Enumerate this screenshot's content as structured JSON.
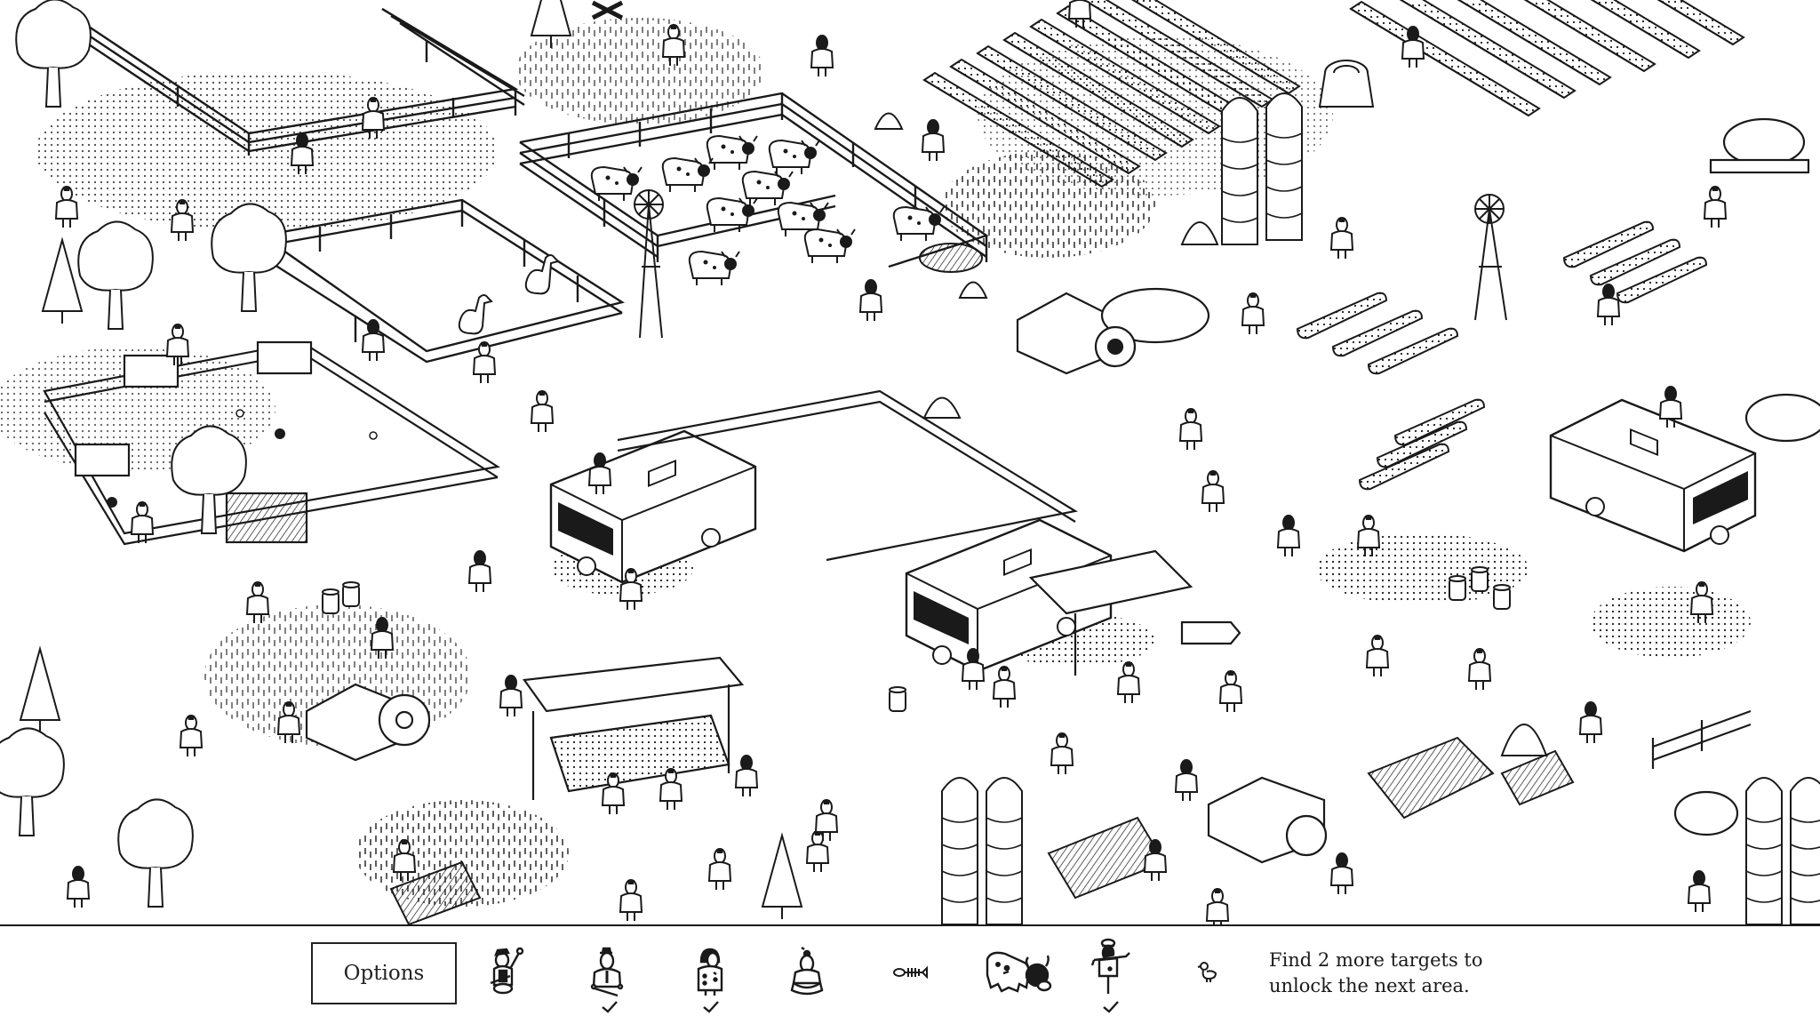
{
  "game": {
    "title": "Hidden Folks",
    "area": "farm",
    "colors": {
      "ink": "#1a1a1a",
      "paper": "#ffffff",
      "border": "#222222"
    }
  },
  "toolbar": {
    "options_label": "Options",
    "hint_line1": "Find 2 more targets to",
    "hint_line2": "unlock the next area.",
    "targets_found": 3,
    "targets_remaining": 2
  },
  "targets": [
    {
      "id": "waving-man-with-bat",
      "icon": "waving-folk-icon",
      "found": false
    },
    {
      "id": "man-with-tie-sitting",
      "icon": "tie-folk-icon",
      "found": true
    },
    {
      "id": "woman-in-coat",
      "icon": "coat-folk-icon",
      "found": true
    },
    {
      "id": "woman-in-skirt",
      "icon": "skirt-folk-icon",
      "found": false
    },
    {
      "id": "fish-skeleton",
      "icon": "fish-bone-icon",
      "found": false
    },
    {
      "id": "bull",
      "icon": "bull-icon",
      "found": false
    },
    {
      "id": "scarecrow",
      "icon": "scarecrow-icon",
      "found": true
    },
    {
      "id": "duckling",
      "icon": "duckling-icon",
      "found": false
    }
  ],
  "scene": {
    "description": "Isometric black and white hand-drawn farm: fenced pens with cows, chicken coops, silos, crop rows, tractors, campers, market stalls, and many villagers",
    "landmarks": [
      "cow-pen",
      "duck-pen",
      "chicken-coop-yard",
      "grain-silos",
      "crop-fields",
      "windmills",
      "campers",
      "market-stalls",
      "tractors",
      "water-tanker",
      "orchard",
      "log-piles"
    ]
  }
}
